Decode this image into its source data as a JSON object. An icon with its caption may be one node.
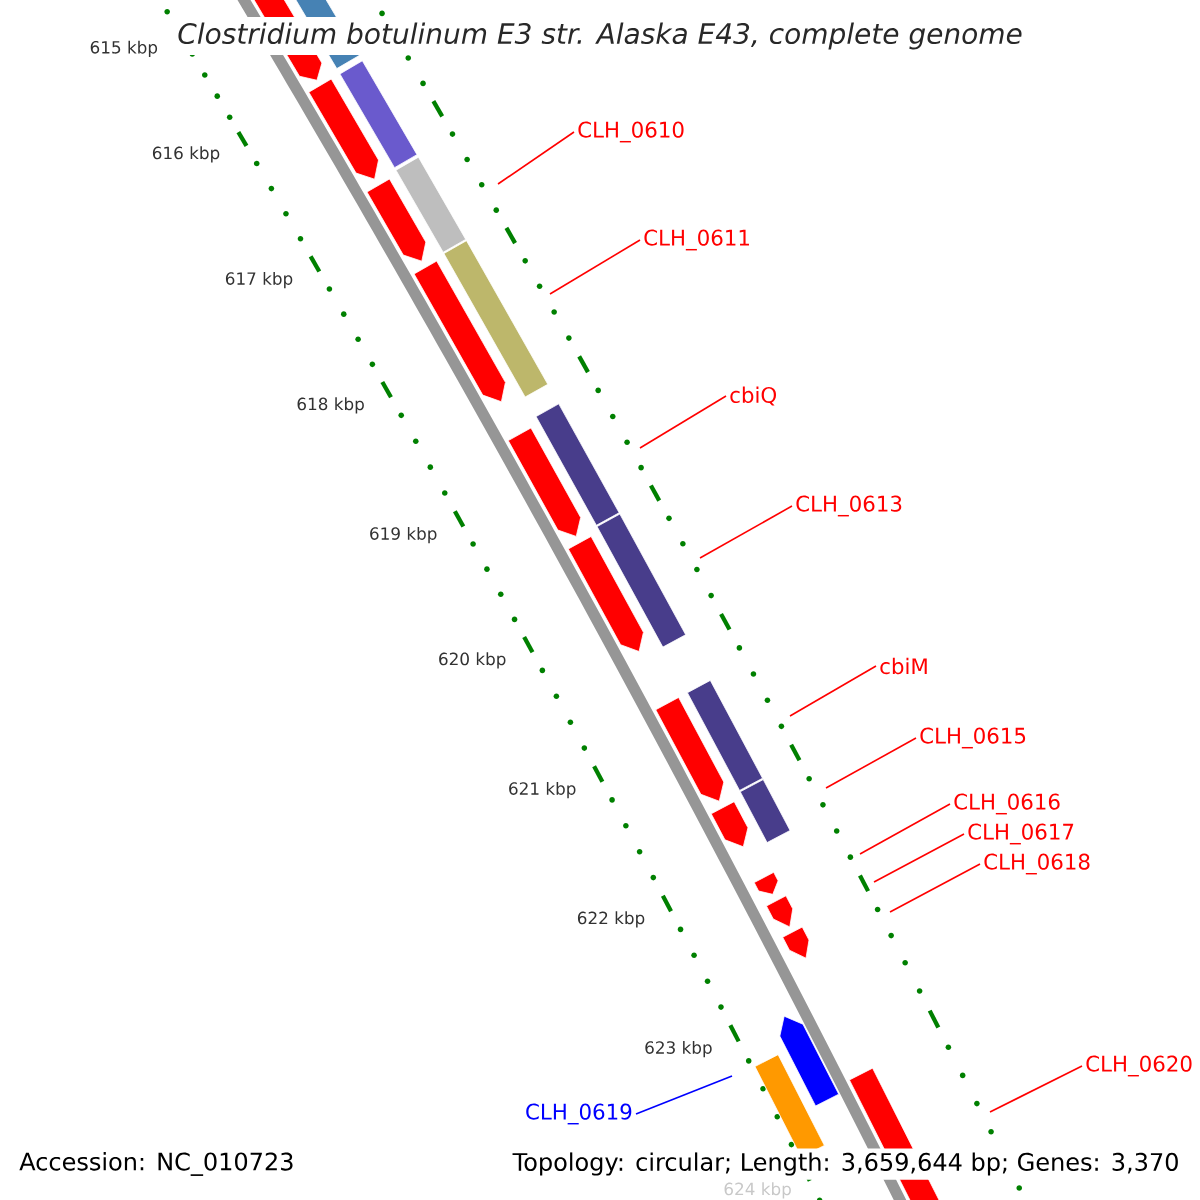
{
  "diagram": {
    "title": "Clostridium botulinum E3 str. Alaska E43, complete genome",
    "nodes": [
      {
        "text": [
          "CLH_0610"
        ]
      },
      {
        "text": [
          "CLH_0611"
        ]
      },
      {
        "text": [
          "cbiQ"
        ]
      },
      {
        "text": [
          "CLH_0613"
        ]
      },
      {
        "text": [
          "cbiM"
        ]
      },
      {
        "text": [
          "CLH_0615"
        ]
      },
      {
        "text": [
          "CLH_0616"
        ]
      },
      {
        "text": [
          "CLH_0617"
        ]
      },
      {
        "text": [
          "CLH_0618"
        ]
      },
      {
        "text": [
          "CLH_0620"
        ]
      },
      {
        "text": [
          "CLH_0619"
        ]
      }
    ],
    "edges": [
      {
        "from": 0,
        "to": null,
        "arrow": "none"
      },
      {
        "from": 1,
        "to": null,
        "arrow": "none"
      },
      {
        "from": 2,
        "to": null,
        "arrow": "none"
      },
      {
        "from": 3,
        "to": null,
        "arrow": "none"
      },
      {
        "from": 4,
        "to": null,
        "arrow": "none"
      },
      {
        "from": 5,
        "to": null,
        "arrow": "none"
      },
      {
        "from": 6,
        "to": null,
        "arrow": "none"
      },
      {
        "from": 7,
        "to": null,
        "arrow": "none"
      },
      {
        "from": 8,
        "to": null,
        "arrow": "none"
      },
      {
        "from": 9,
        "to": null,
        "arrow": "none"
      },
      {
        "from": 10,
        "to": null,
        "arrow": "none",
        "color": "#0000ff"
      }
    ],
    "labels": [
      "615 kbp",
      "616 kbp",
      "617 kbp",
      "618 kbp",
      "619 kbp",
      "620 kbp",
      "621 kbp",
      "622 kbp",
      "623 kbp",
      "624 kbp",
      "Accession: NC_010723",
      "Topology: circular; Length: 3,659,644 bp; Genes: 3,370"
    ]
  }
}
